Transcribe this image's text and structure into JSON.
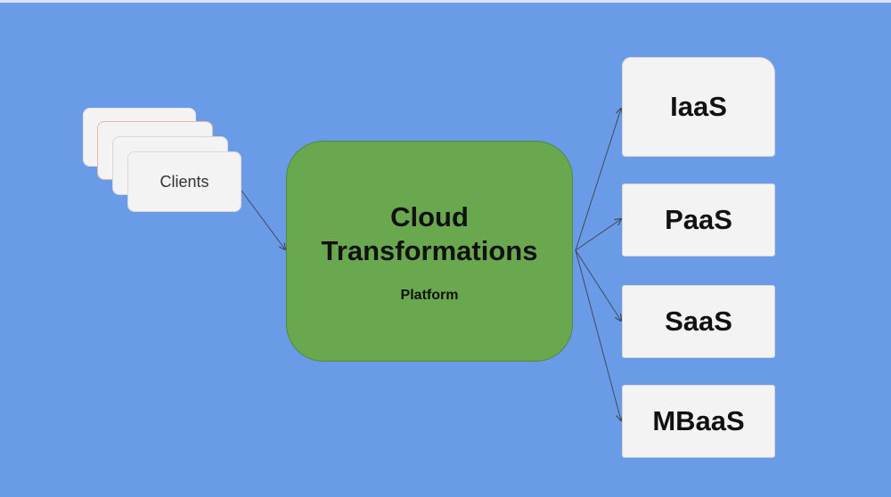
{
  "diagram": {
    "background_color": "#6a9be6",
    "clients": {
      "label": "Clients",
      "stack_depth": 4
    },
    "platform": {
      "title_line1": "Cloud",
      "title_line2": "Transformations",
      "subtitle": "Platform",
      "color": "#6aa84f"
    },
    "services": [
      {
        "label": "IaaS"
      },
      {
        "label": "PaaS"
      },
      {
        "label": "SaaS"
      },
      {
        "label": "MBaaS"
      }
    ],
    "connector_color": "#3e4a5c"
  }
}
